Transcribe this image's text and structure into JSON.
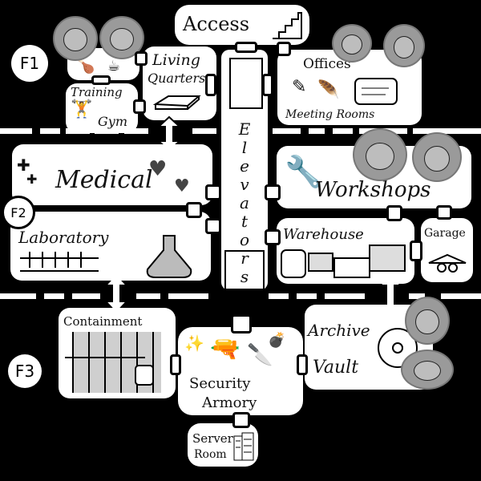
{
  "map": {
    "floors": {
      "f1": "F1",
      "f2": "F2",
      "f3": "F3"
    },
    "rooms": {
      "access": "Access",
      "living_quarters_1": "Living",
      "living_quarters_2": "Quarters",
      "training_gym_1": "Training",
      "training_gym_2": "Gym",
      "offices": "Offices",
      "meeting_rooms": "Meeting Rooms",
      "elevators": [
        "E",
        "l",
        "e",
        "v",
        "a",
        "t",
        "o",
        "r",
        "s"
      ],
      "medical": "Medical",
      "laboratory": "Laboratory",
      "workshops": "Workshops",
      "warehouse": "Warehouse",
      "garage": "Garage",
      "containment": "Containment",
      "security_1": "Security",
      "security_2": "Armory",
      "archive_1": "Archive",
      "archive_2": "Vault",
      "server_1": "Server",
      "server_2": "Room"
    }
  }
}
